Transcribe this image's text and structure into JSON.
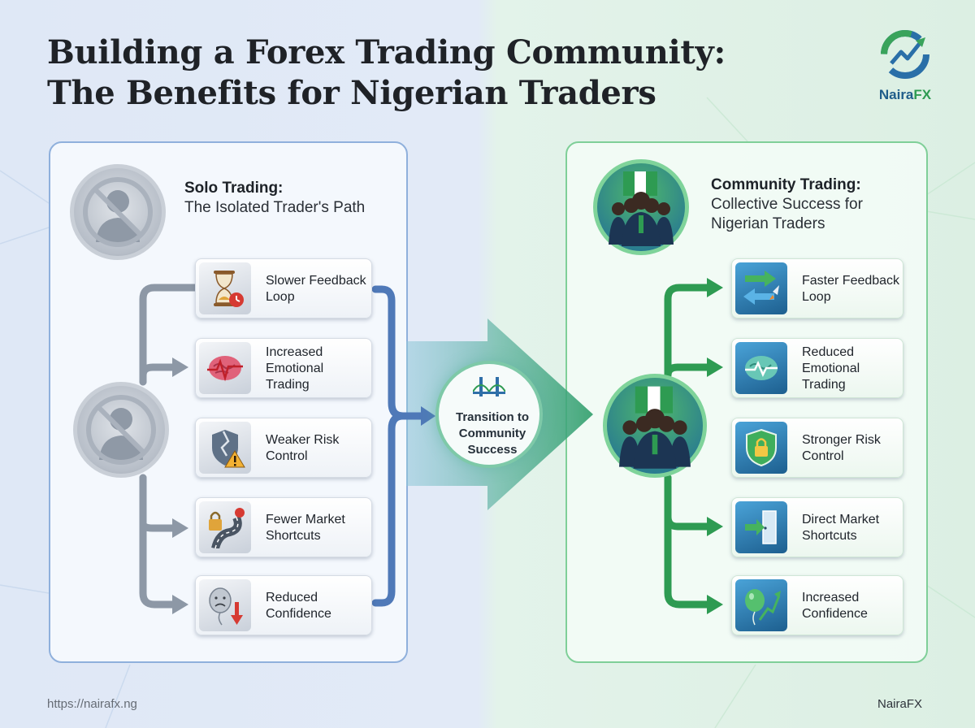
{
  "title": {
    "line1": "Building a Forex Trading Community:",
    "line2": "The Benefits for Nigerian Traders"
  },
  "logo": {
    "name_part1": "Naira",
    "name_part2": "FX",
    "icon": "chart-arrow-cycle-icon"
  },
  "solo": {
    "heading_strong": "Solo Trading:",
    "heading_sub": "The Isolated Trader's Path",
    "avatar_icon": "isolated-trader-icon",
    "items": [
      {
        "label": "Slower Feedback Loop",
        "icon": "hourglass-clock-icon"
      },
      {
        "label": "Increased Emotional Trading",
        "icon": "stressed-brain-icon"
      },
      {
        "label": "Weaker Risk Control",
        "icon": "broken-shield-warning-icon"
      },
      {
        "label": "Fewer Market Shortcuts",
        "icon": "locked-winding-road-icon"
      },
      {
        "label": "Reduced Confidence",
        "icon": "deflated-balloon-down-arrow-icon"
      }
    ]
  },
  "transition": {
    "label": "Transition to Community Success",
    "icon": "bridge-icon"
  },
  "community": {
    "heading_strong": "Community Trading:",
    "heading_sub": "Collective Success for Nigerian Traders",
    "avatar_icon": "nigerian-traders-group-icon",
    "items": [
      {
        "label": "Faster Feedback Loop",
        "icon": "exchange-arrows-rocket-icon"
      },
      {
        "label": "Reduced Emotional Trading",
        "icon": "calm-brain-pulse-icon"
      },
      {
        "label": "Stronger Risk Control",
        "icon": "shield-lock-icon"
      },
      {
        "label": "Direct Market Shortcuts",
        "icon": "door-arrow-icon"
      },
      {
        "label": "Increased Confidence",
        "icon": "balloon-up-arrow-icon"
      }
    ]
  },
  "footer": {
    "url": "https://nairafx.ng",
    "brand": "NairaFX"
  },
  "colors": {
    "solo_accent": "#4f79b8",
    "community_accent": "#2e9b52",
    "solo_connector": "#8d98a6"
  }
}
